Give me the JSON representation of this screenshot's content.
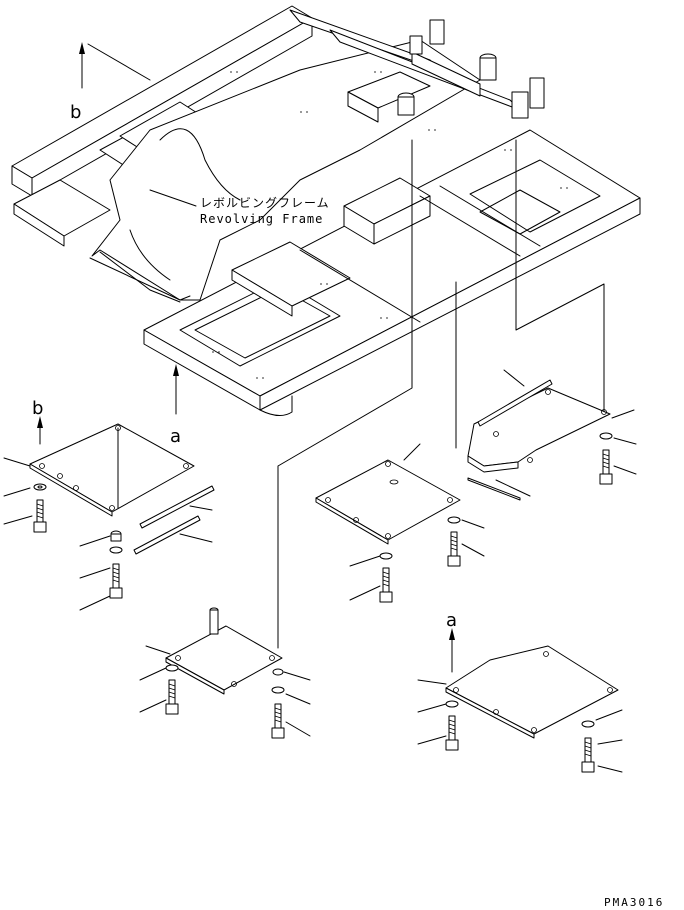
{
  "labels": {
    "frame_jp": "レボルビングフレーム",
    "frame_en": "Revolving Frame",
    "arrow_a": "a",
    "arrow_b": "b",
    "figure_code": "PMA3016"
  }
}
